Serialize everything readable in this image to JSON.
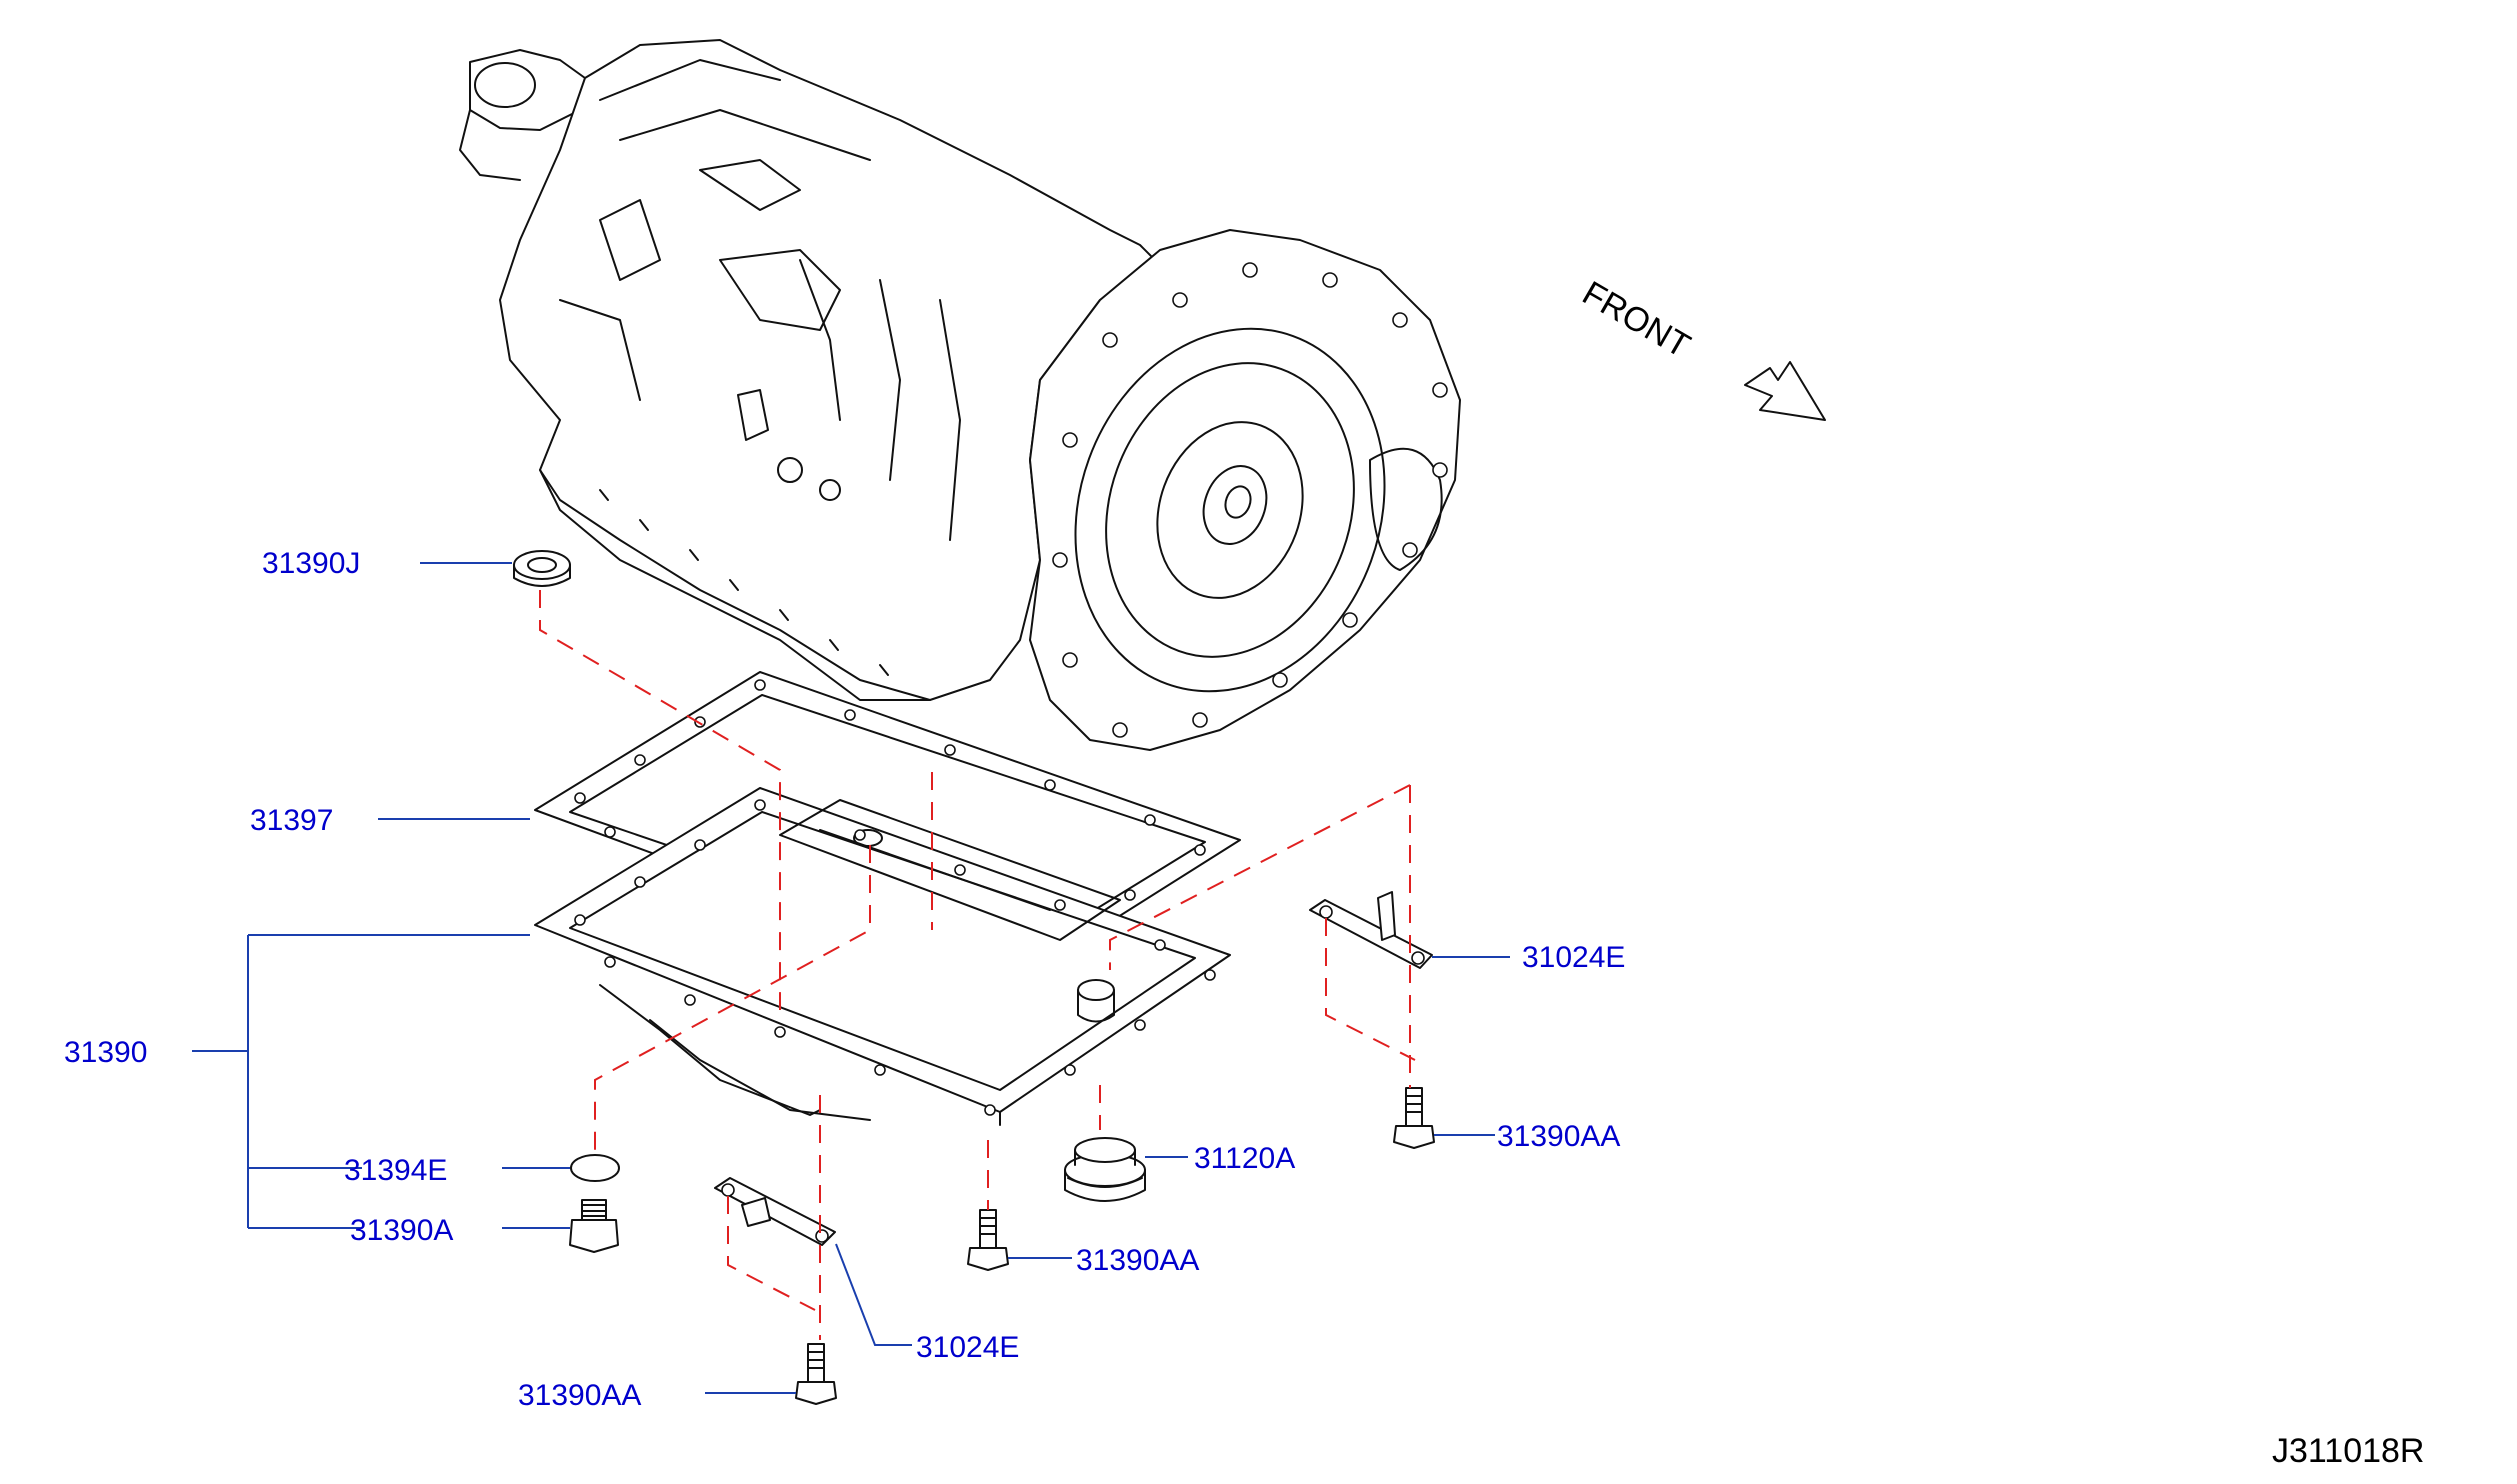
{
  "diagram": {
    "front_label": "FRONT",
    "code": "J311018R",
    "parts": {
      "p31390J": "31390J",
      "p31397": "31397",
      "p31390": "31390",
      "p31394E": "31394E",
      "p31390A": "31390A",
      "p31024E_right": "31024E",
      "p31390AA_right": "31390AA",
      "p31120A": "31120A",
      "p31390AA_mid": "31390AA",
      "p31024E_bottom": "31024E",
      "p31390AA_bottom": "31390AA"
    },
    "colors": {
      "label": "#0000cc",
      "leader": "#1a3fae",
      "dashed_line": "#e02020",
      "ink": "#111111"
    }
  }
}
